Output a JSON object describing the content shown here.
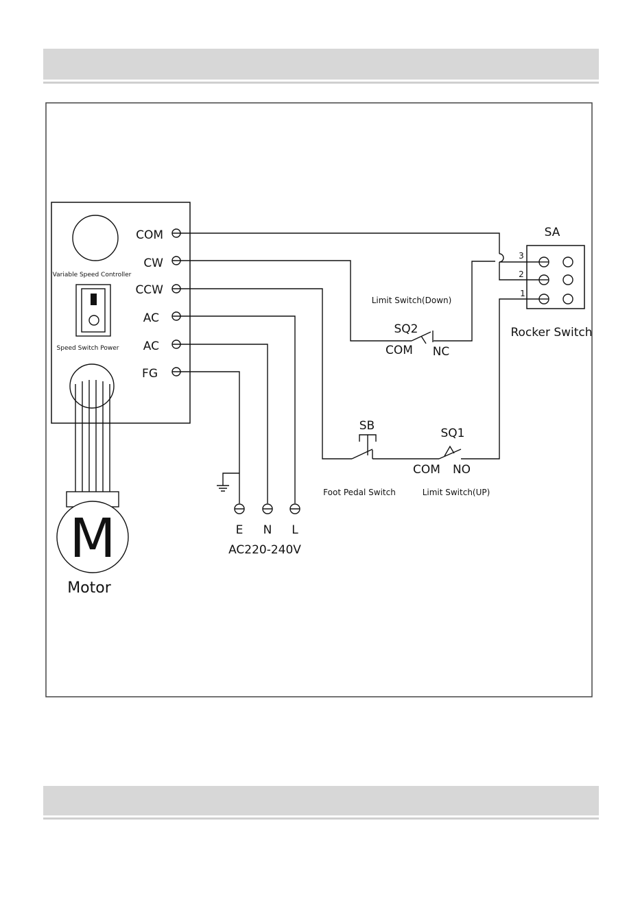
{
  "controller": {
    "knob_label": "Variable Speed Controller",
    "switch_label": "Speed Switch Power",
    "terminals": [
      "COM",
      "CW",
      "CCW",
      "AC",
      "AC",
      "FG"
    ]
  },
  "rocker": {
    "title": "SA",
    "caption": "Rocker Switch",
    "pins": [
      "3",
      "2",
      "1"
    ]
  },
  "limit_down": {
    "caption": "Limit Switch(Down)",
    "id": "SQ2",
    "com": "COM",
    "nc": "NC"
  },
  "foot_pedal": {
    "id": "SB",
    "caption": "Foot Pedal Switch"
  },
  "limit_up": {
    "id": "SQ1",
    "com": "COM",
    "no": "NO",
    "caption": "Limit Switch(UP)"
  },
  "power": {
    "terminals": [
      "E",
      "N",
      "L"
    ],
    "voltage": "AC220-240V"
  },
  "motor": {
    "symbol": "M",
    "caption": "Motor"
  }
}
